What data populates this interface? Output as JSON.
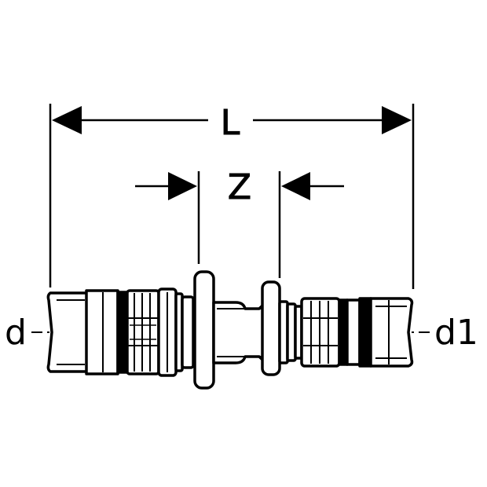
{
  "dimensions": {
    "L": "L",
    "Z": "Z",
    "d": "d",
    "d1": "d1"
  },
  "colors": {
    "stroke": "#000000",
    "background": "#ffffff"
  }
}
